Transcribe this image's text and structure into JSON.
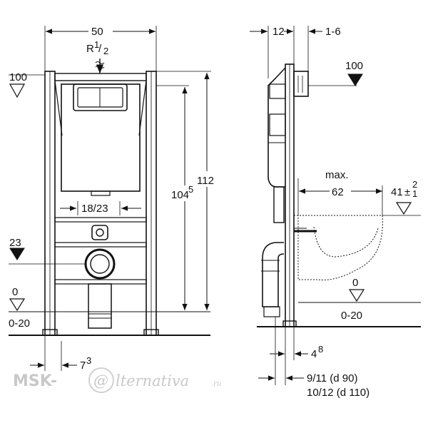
{
  "front_view": {
    "width": "50",
    "pipe_thread": "R",
    "pipe_thread_sup": "1",
    "pipe_thread_sub": "2",
    "level_top": "100",
    "level_23": "23",
    "level_0": "0",
    "level_range": "0-20",
    "bolt_spacing": "18/23",
    "height_total": "112",
    "height_inner": "104",
    "height_inner_sup": "5",
    "foot_offset": "7",
    "foot_offset_sup": "3"
  },
  "side_view": {
    "depth_12": "12",
    "depth_1_6": "1-6",
    "level_top": "100",
    "max_label": "max.",
    "projection": "62",
    "bowl_height": "41",
    "bowl_tol_plus": "2",
    "bowl_tol_minus": "1",
    "level_0": "0",
    "level_range": "0-20",
    "foot_4": "4",
    "foot_4_sup": "8",
    "pipe_90": "9/11 (d 90)",
    "pipe_110": "10/12 (d 110)"
  },
  "watermark": {
    "left": "MSK-",
    "at": "@",
    "right": "lternativa",
    "suffix": ".ru"
  }
}
